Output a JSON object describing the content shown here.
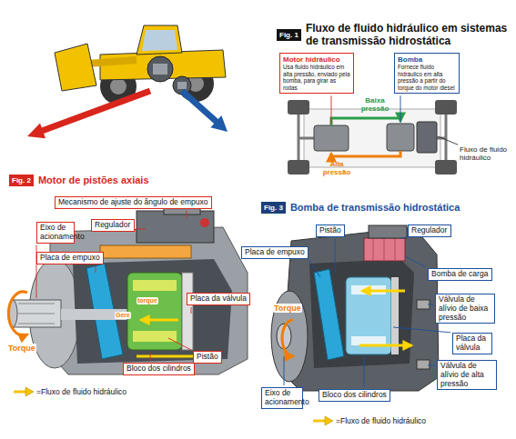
{
  "diagram": {
    "nodes": [
      {
        "text": [
          "Fig. 1",
          "Fluxo de fluido hidráulico em sistemas de transmissão hidrostática"
        ]
      },
      {
        "text": [
          "Motor hidráulico",
          "Usa fluido hidráulico em alta pressão, enviado pela bomba, para girar as rodas"
        ]
      },
      {
        "text": [
          "Bomba",
          "Fornece fluido hidráulico em alta pressão a partir do torque do motor diesel"
        ]
      },
      {
        "text": [
          "Fig. 2",
          "Motor de pistões axiais"
        ]
      },
      {
        "text": [
          "Mecanismo de ajuste do ângulo de empuxo"
        ]
      },
      {
        "text": [
          "Regulador"
        ]
      },
      {
        "text": [
          "Eixo de acionamento"
        ]
      },
      {
        "text": [
          "Placa de empuxo"
        ]
      },
      {
        "text": [
          "Placa da válvula"
        ]
      },
      {
        "text": [
          "Pistão"
        ]
      },
      {
        "text": [
          "Bloco dos cilindros"
        ]
      },
      {
        "text": [
          "Fig. 3",
          "Bomba de transmissão hidrostática"
        ]
      },
      {
        "text": [
          "Pistão"
        ]
      },
      {
        "text": [
          "Regulador"
        ]
      },
      {
        "text": [
          "Placa de empuxo"
        ]
      },
      {
        "text": [
          "Bomba de carga"
        ]
      },
      {
        "text": [
          "Válvula de alívio de baixa pressão"
        ]
      },
      {
        "text": [
          "Placa da válvula"
        ]
      },
      {
        "text": [
          "Válvula de alívio de alta pressão"
        ]
      },
      {
        "text": [
          "Eixo de acionamento"
        ]
      },
      {
        "text": [
          "Bloco dos cilindros"
        ]
      }
    ],
    "labels": [
      "Baixa pressão",
      "Alta pressão",
      "Fluxo de fluido hidráulico",
      "Gere",
      "torque",
      "Torque",
      "Torque"
    ],
    "legend": [
      {
        "text": "=Fluxo de fluido hidráulico"
      },
      {
        "text": "=Fluxo de fluido hidráulico"
      }
    ]
  }
}
